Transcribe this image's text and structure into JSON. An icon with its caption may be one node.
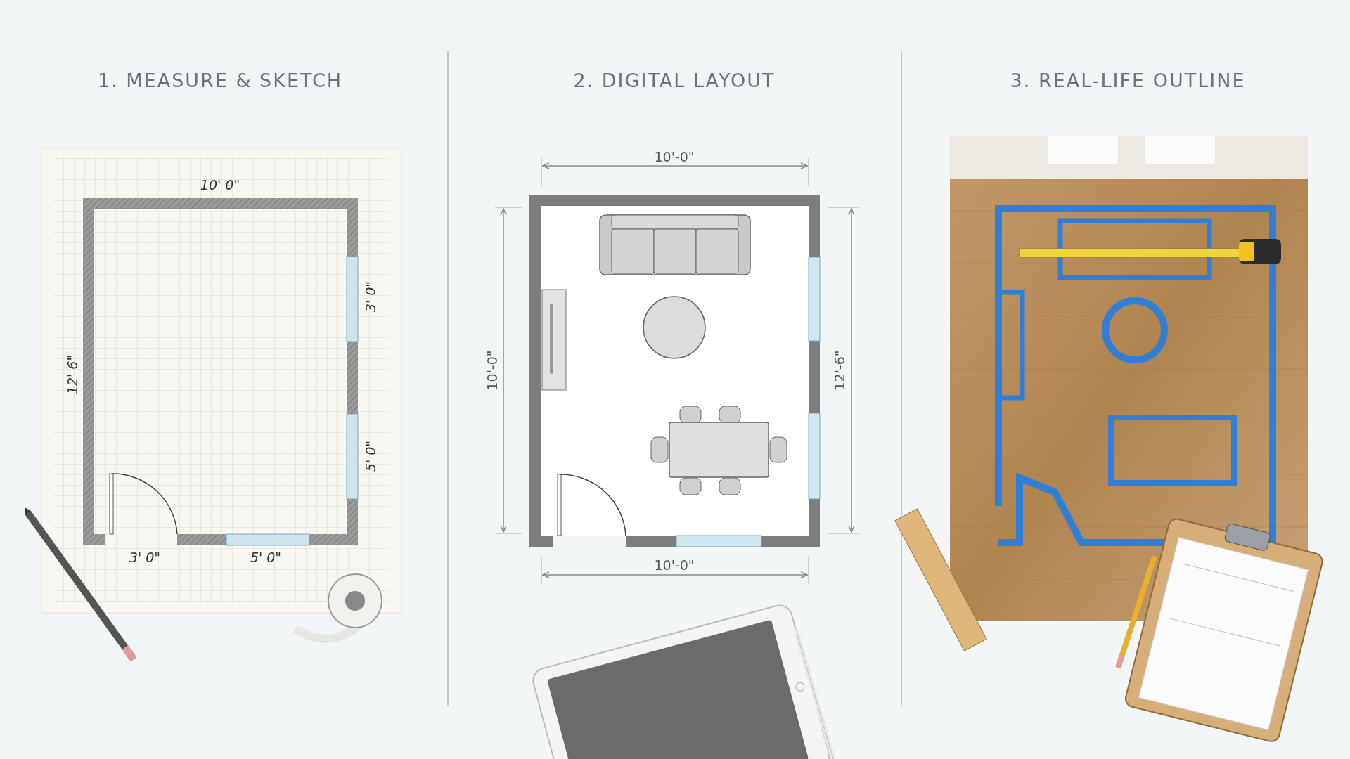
{
  "diagram": {
    "labels": [
      "1. MEASURE & SKETCH",
      "2. DIGITAL LAYOUT",
      "3. REAL-LIFE OUTLINE",
      "10' 0\"",
      "3' 0\"",
      "12' 6\"",
      "5' 0\"",
      "3' 0\"",
      "5' 0\"",
      "10'-0\"",
      "10'-0\"",
      "12'-6\"",
      "10'-0\""
    ]
  }
}
